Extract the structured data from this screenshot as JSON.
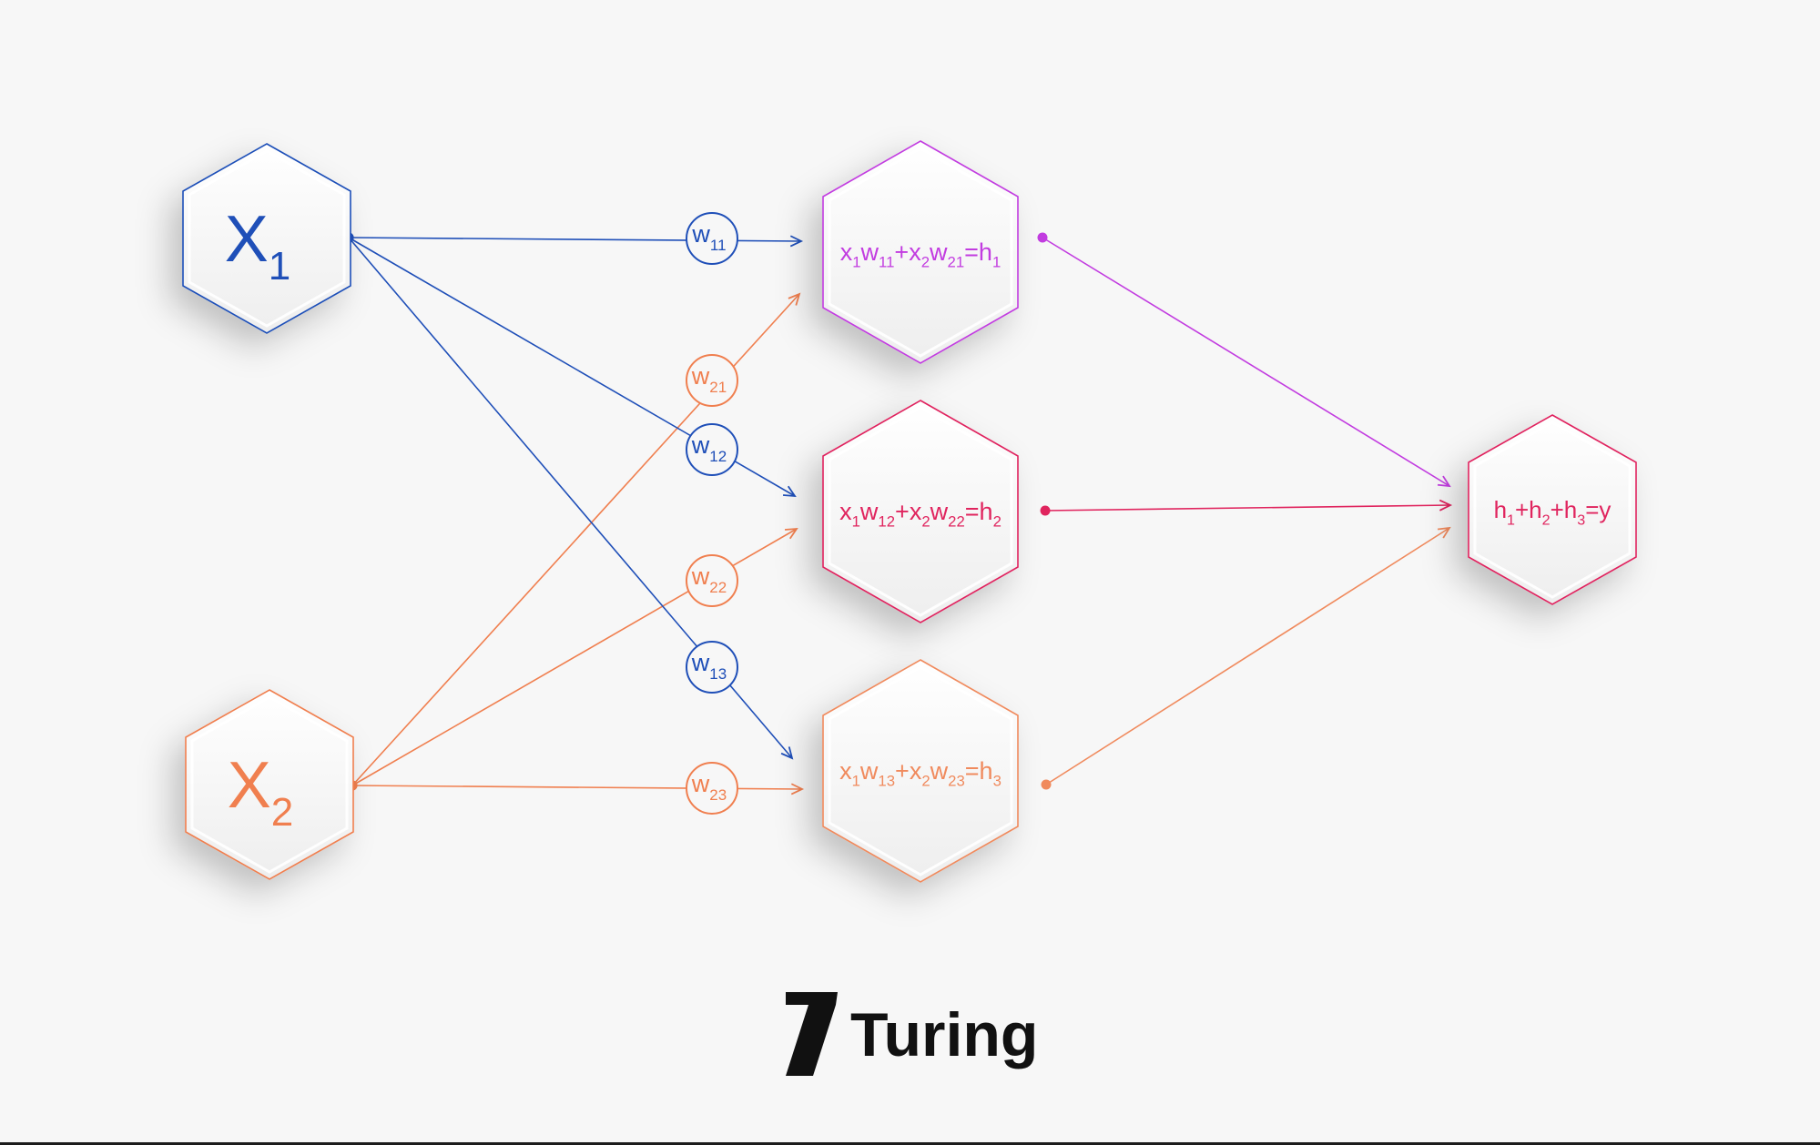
{
  "colors": {
    "x1": "#1f4fb8",
    "x2": "#f07f4f",
    "h1": "#c23ce0",
    "h2": "#e0245e",
    "h3": "#f08a5d",
    "output": "#e0245e",
    "logo": "#111111",
    "background": "#f7f7f7"
  },
  "inputs": [
    {
      "id": "x1",
      "base": "X",
      "sub": "1"
    },
    {
      "id": "x2",
      "base": "X",
      "sub": "2"
    }
  ],
  "weights": [
    {
      "base": "w",
      "sub": "11",
      "from": "x1"
    },
    {
      "base": "w",
      "sub": "21",
      "from": "x2"
    },
    {
      "base": "w",
      "sub": "12",
      "from": "x1"
    },
    {
      "base": "w",
      "sub": "22",
      "from": "x2"
    },
    {
      "base": "w",
      "sub": "13",
      "from": "x1"
    },
    {
      "base": "w",
      "sub": "23",
      "from": "x2"
    }
  ],
  "hidden": [
    {
      "id": "h1",
      "formula": [
        [
          "x",
          "1"
        ],
        [
          "w",
          "11"
        ],
        [
          "+x",
          "2"
        ],
        [
          "w",
          "21"
        ],
        [
          "=h",
          "1"
        ]
      ]
    },
    {
      "id": "h2",
      "formula": [
        [
          "x",
          "1"
        ],
        [
          "w",
          "12"
        ],
        [
          "+x",
          "2"
        ],
        [
          "w",
          "22"
        ],
        [
          "=h",
          "2"
        ]
      ]
    },
    {
      "id": "h3",
      "formula": [
        [
          "x",
          "1"
        ],
        [
          "w",
          "13"
        ],
        [
          "+x",
          "2"
        ],
        [
          "w",
          "23"
        ],
        [
          "=h",
          "3"
        ]
      ]
    }
  ],
  "output": {
    "formula": [
      [
        "h",
        "1"
      ],
      [
        "+h",
        "2"
      ],
      [
        "+h",
        "3"
      ],
      [
        "=y",
        ""
      ]
    ]
  },
  "logo": {
    "text": "Turing",
    "icon": "turing-7-logo-icon"
  }
}
